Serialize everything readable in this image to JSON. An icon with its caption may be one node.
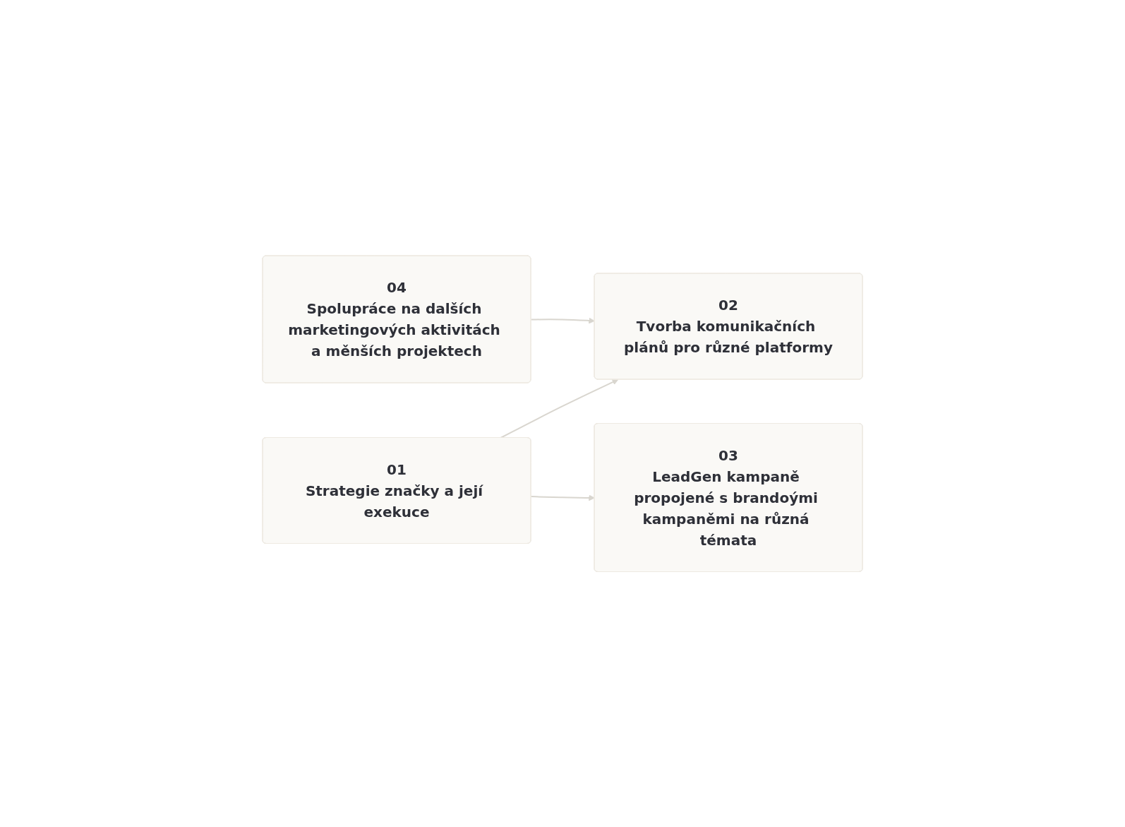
{
  "diagram": {
    "nodes": [
      {
        "text": [
          "01",
          "Strategie značky a její exekuce"
        ]
      },
      {
        "text": [
          "02",
          "Tvorba komunikačních plánů pro různé platformy"
        ]
      },
      {
        "text": [
          "03",
          "LeadGen kampaně propojené s brandoými kampaněmi na různá témata"
        ]
      },
      {
        "text": [
          "04",
          "Spolupráce na dalších marketingových aktivitách a měnších projektech"
        ]
      }
    ],
    "edges": [
      {
        "from": 0,
        "to": 1,
        "arrow": "to"
      },
      {
        "from": 0,
        "to": 2,
        "arrow": "to"
      },
      {
        "from": 3,
        "to": 1,
        "arrow": "to"
      }
    ]
  }
}
